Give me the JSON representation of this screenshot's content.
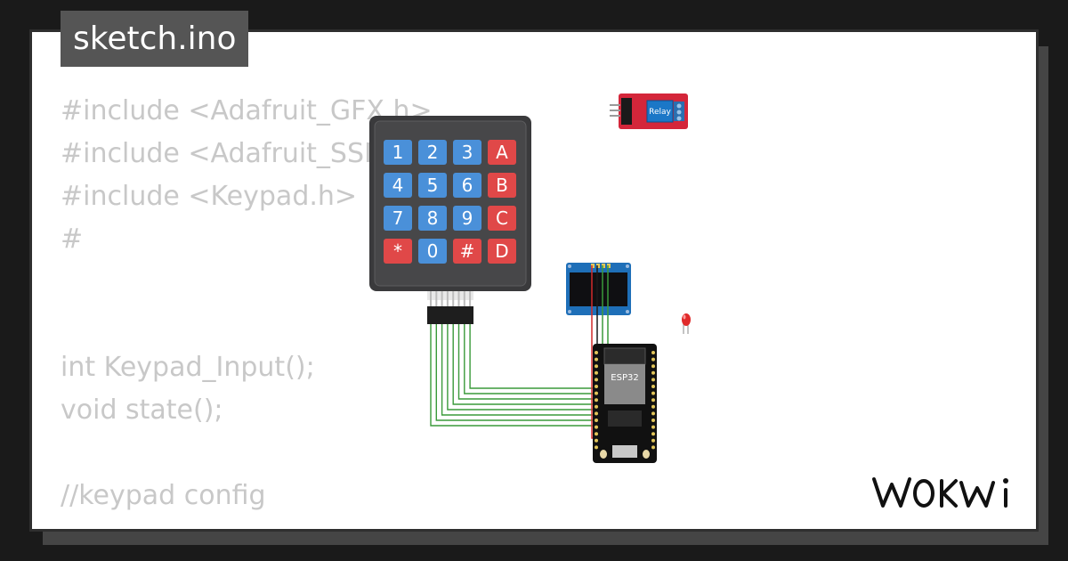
{
  "file": {
    "name": "sketch.ino"
  },
  "code": {
    "lines": [
      "#include <Adafruit_GFX.h>",
      "#include <Adafruit_SSD",
      "#include <Keypad.h>",
      "#",
      "",
      "",
      "int Keypad_Input();",
      "void state();",
      "",
      "//keypad config"
    ]
  },
  "keypad": {
    "keys": [
      "1",
      "2",
      "3",
      "A",
      "4",
      "5",
      "6",
      "B",
      "7",
      "8",
      "9",
      "C",
      "*",
      "0",
      "#",
      "D"
    ]
  },
  "esp32": {
    "label": "ESP32"
  },
  "relay": {
    "label": "Relay"
  },
  "brand": {
    "logo": "WOKWI"
  },
  "colors": {
    "key_blue": "#4a90d9",
    "key_red": "#e04848",
    "wire_green": "#3a9a3a",
    "wire_red": "#d22a2a",
    "relay_red": "#d4263a",
    "oled_blue": "#1e6fb8"
  }
}
